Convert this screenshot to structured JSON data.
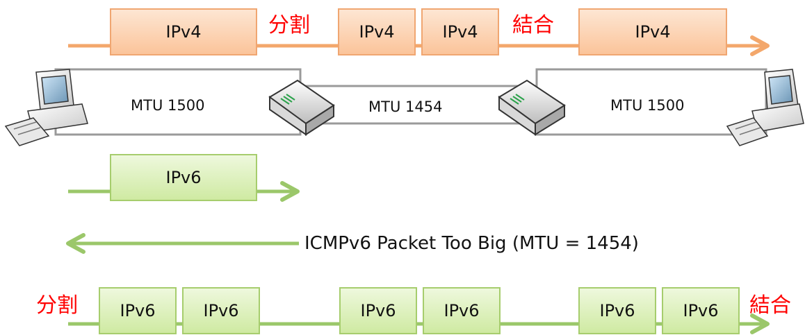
{
  "ipv4_flow": {
    "packets": [
      "IPv4",
      "IPv4",
      "IPv4",
      "IPv4"
    ],
    "split_label": "分割",
    "join_label": "結合"
  },
  "links": [
    {
      "label": "MTU 1500"
    },
    {
      "label": "MTU 1454"
    },
    {
      "label": "MTU 1500"
    }
  ],
  "ipv6_flow": {
    "packet": "IPv6"
  },
  "icmp": {
    "label": "ICMPv6 Packet Too Big (MTU = 1454)"
  },
  "ipv6_fragmented": {
    "split_label": "分割",
    "join_label": "結合",
    "packets": [
      "IPv6",
      "IPv6",
      "IPv6",
      "IPv6",
      "IPv6",
      "IPv6"
    ]
  },
  "colors": {
    "ipv4_arrow": "#f3a76b",
    "ipv6_arrow": "#9bc76a",
    "note_text": "#ff0000"
  }
}
